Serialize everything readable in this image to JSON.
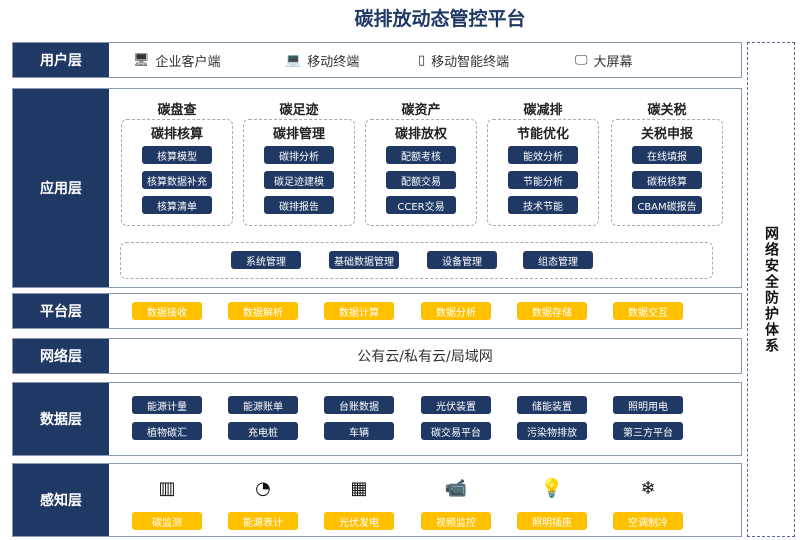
{
  "title": "碳排放动态管控平台",
  "security": "网络安全防护体系",
  "user_layer": {
    "label": "用户层",
    "terminals": [
      {
        "icon": "desktop-icon",
        "label": "企业客户端"
      },
      {
        "icon": "laptop-icon",
        "label": "移动终端"
      },
      {
        "icon": "smartphone-icon",
        "label": "移动智能终端"
      },
      {
        "icon": "monitor-icon",
        "label": "大屏幕"
      }
    ]
  },
  "app_layer": {
    "label": "应用层",
    "groups": [
      {
        "title": "碳盘查",
        "subtitle": "碳排核算",
        "items": [
          "核算模型",
          "核算数据补充",
          "核算清单"
        ]
      },
      {
        "title": "碳足迹",
        "subtitle": "碳排管理",
        "items": [
          "碳排分析",
          "碳足迹建模",
          "碳排报告"
        ]
      },
      {
        "title": "碳资产",
        "subtitle": "碳排放权",
        "items": [
          "配额考核",
          "配额交易",
          "CCER交易"
        ]
      },
      {
        "title": "碳减排",
        "subtitle": "节能优化",
        "items": [
          "能效分析",
          "节能分析",
          "技术节能"
        ]
      },
      {
        "title": "碳关税",
        "subtitle": "关税申报",
        "items": [
          "在线填报",
          "碳税核算",
          "CBAM碳报告"
        ]
      }
    ],
    "system": [
      "系统管理",
      "基础数据管理",
      "设备管理",
      "组态管理"
    ]
  },
  "platform_layer": {
    "label": "平台层",
    "items": [
      "数据接收",
      "数据解析",
      "数据计算",
      "数据分析",
      "数据存储",
      "数据交互"
    ]
  },
  "network_layer": {
    "label": "网络层",
    "text": "公有云/私有云/局域网"
  },
  "data_layer": {
    "label": "数据层",
    "row1": [
      "能源计量",
      "能源账单",
      "台账数据",
      "光伏装置",
      "储能装置",
      "照明用电"
    ],
    "row2": [
      "植物碳汇",
      "充电桩",
      "车辆",
      "碳交易平台",
      "污染物排放",
      "第三方平台"
    ]
  },
  "sensing_layer": {
    "label": "感知层",
    "items": [
      {
        "icon": "carbon-monitor-icon",
        "label": "碳监测"
      },
      {
        "icon": "meter-gauge-icon",
        "label": "能源表计"
      },
      {
        "icon": "solar-panel-icon",
        "label": "光伏发电"
      },
      {
        "icon": "cctv-camera-icon",
        "label": "视频监控"
      },
      {
        "icon": "light-bulb-icon",
        "label": "照明插座"
      },
      {
        "icon": "air-conditioner-icon",
        "label": "空调制冷"
      }
    ]
  },
  "colors": {
    "navy": "#1f3864",
    "gold": "#ffc000"
  }
}
